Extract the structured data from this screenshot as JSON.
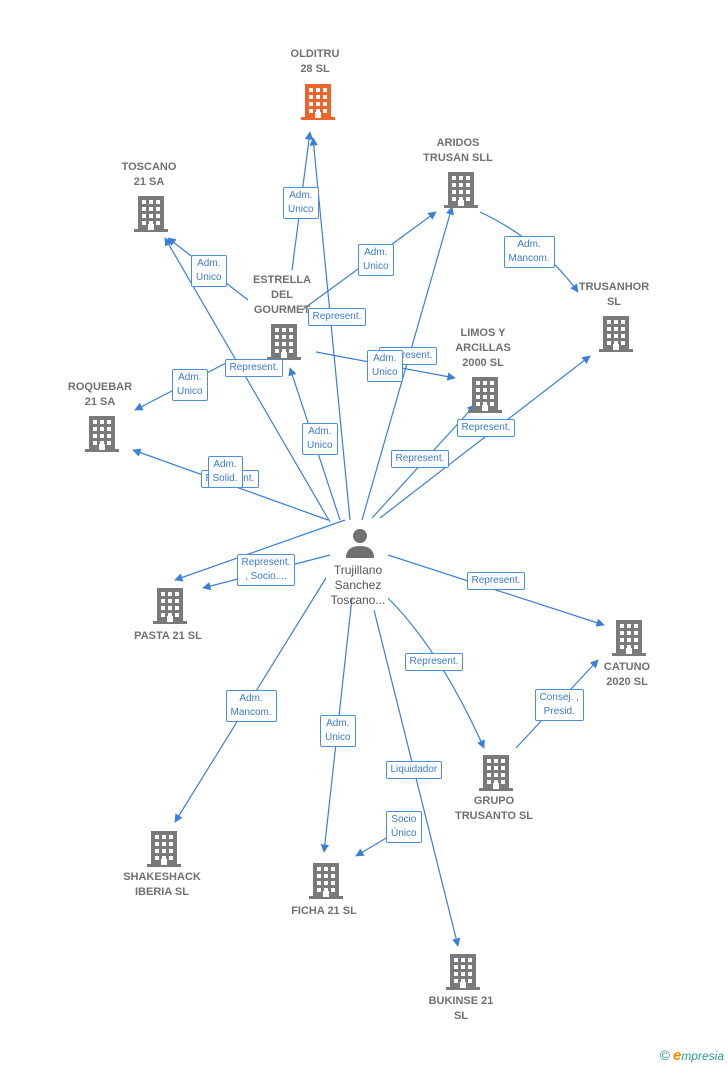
{
  "colors": {
    "edge": "#3a80d8",
    "building": "#7a7a7a",
    "highlight": "#f0642a",
    "person": "#707070"
  },
  "nodes": [
    {
      "id": "olditru",
      "label": "OLDITRU\n28  SL",
      "type": "building",
      "highlight": true
    },
    {
      "id": "toscano",
      "label": "TOSCANO\n21 SA",
      "type": "building"
    },
    {
      "id": "aridos",
      "label": "ARIDOS\nTRUSAN SLL",
      "type": "building"
    },
    {
      "id": "estrella",
      "label": "ESTRELLA\nDEL\nGOURMET",
      "type": "building"
    },
    {
      "id": "trusanhor",
      "label": "TRUSANHOR\nSL",
      "type": "building"
    },
    {
      "id": "limos",
      "label": "LIMOS Y\nARCILLAS\n2000  SL",
      "type": "building"
    },
    {
      "id": "roquebar",
      "label": "ROQUEBAR\n21 SA",
      "type": "building"
    },
    {
      "id": "person",
      "label": "Trujillano\nSanchez\nToscano...",
      "type": "person"
    },
    {
      "id": "pasta",
      "label": "PASTA 21 SL",
      "type": "building"
    },
    {
      "id": "catuno",
      "label": "CATUNO\n2020  SL",
      "type": "building"
    },
    {
      "id": "grupo",
      "label": "GRUPO\nTRUSANTO  SL",
      "type": "building"
    },
    {
      "id": "shakeshack",
      "label": "SHAKESHACK\nIBERIA  SL",
      "type": "building"
    },
    {
      "id": "ficha",
      "label": "FICHA 21  SL",
      "type": "building"
    },
    {
      "id": "bukinse",
      "label": "BUKINSE 21\nSL",
      "type": "building"
    }
  ],
  "edge_labels": [
    {
      "id": "e1",
      "text": "Adm.\nUnico"
    },
    {
      "id": "e2",
      "text": "Adm.\nUnico"
    },
    {
      "id": "e3",
      "text": "Adm.\nUnico"
    },
    {
      "id": "e4",
      "text": "Adm.\nMancom."
    },
    {
      "id": "e5",
      "text": "Represent."
    },
    {
      "id": "e6",
      "text": "Represent."
    },
    {
      "id": "e7",
      "text": "Represent."
    },
    {
      "id": "e8",
      "text": "Adm.\nUnico"
    },
    {
      "id": "e9",
      "text": "Adm.\nUnico"
    },
    {
      "id": "e10",
      "text": "Adm.\nUnico"
    },
    {
      "id": "e11",
      "text": "Represent."
    },
    {
      "id": "e12",
      "text": "Represent."
    },
    {
      "id": "e13",
      "text": "Represent."
    },
    {
      "id": "e14",
      "text": "Adm.\nSolid."
    },
    {
      "id": "e15",
      "text": "Represent.\n, Socio...."
    },
    {
      "id": "e16",
      "text": "Represent."
    },
    {
      "id": "e17",
      "text": "Represent."
    },
    {
      "id": "e18",
      "text": "Consej. ,\nPresid."
    },
    {
      "id": "e19",
      "text": "Adm.\nMancom."
    },
    {
      "id": "e20",
      "text": "Adm.\nUnico"
    },
    {
      "id": "e21",
      "text": "Liquidador"
    },
    {
      "id": "e22",
      "text": "Socio\nÚnico"
    }
  ],
  "brand": {
    "copyright": "©",
    "name_first": "e",
    "name_rest": "mpresia"
  }
}
